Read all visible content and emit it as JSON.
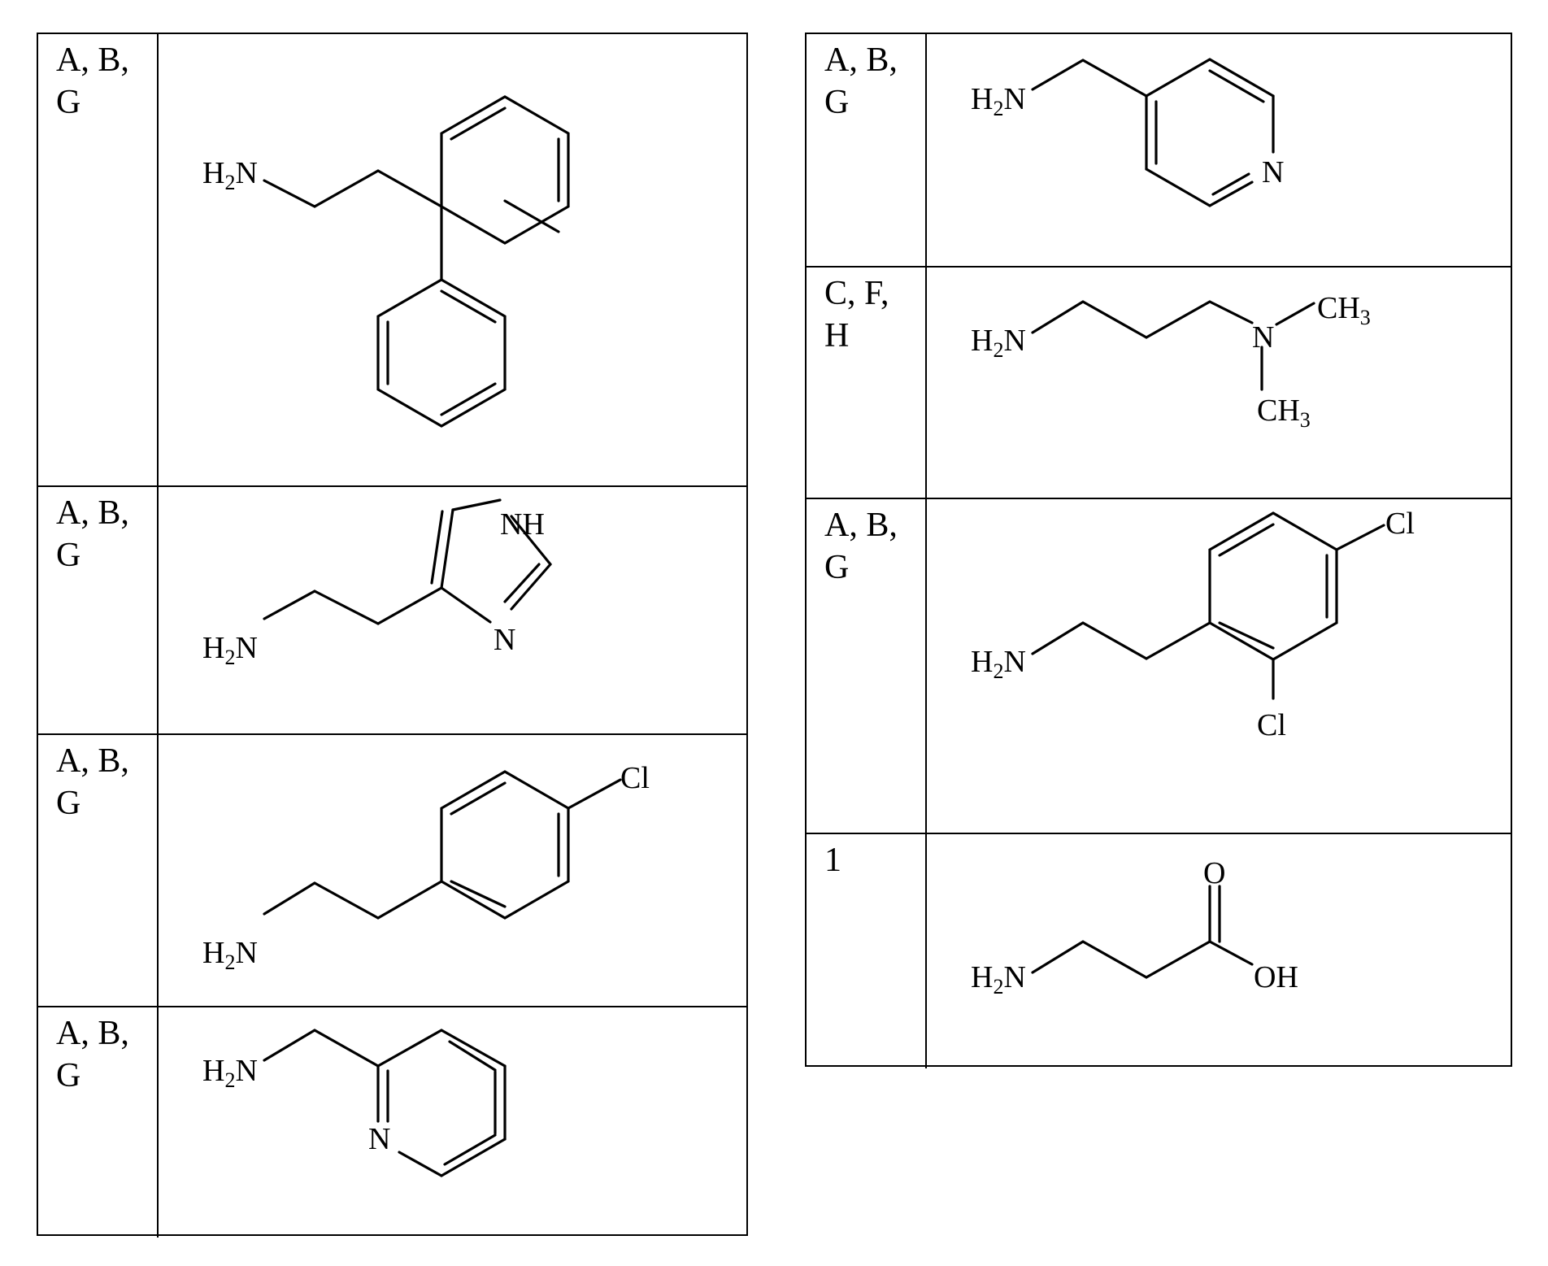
{
  "left_table": {
    "rows": [
      {
        "label": "A, B, G",
        "label_lines": [
          "A, B,",
          "G"
        ],
        "compound": "3,3-diphenylpropan-1-amine",
        "atoms": {
          "amine": "H",
          "amine_sub": "2",
          "amine_n": "N"
        }
      },
      {
        "label": "A, B, G",
        "label_lines": [
          "A, B,",
          "G"
        ],
        "compound": "histamine",
        "atoms": {
          "amine": "H",
          "amine_sub": "2",
          "amine_n": "N",
          "nh": "NH",
          "n": "N"
        }
      },
      {
        "label": "A, B, G",
        "label_lines": [
          "A, B,",
          "G"
        ],
        "compound": "2-(4-chlorophenyl)ethanamine",
        "atoms": {
          "amine": "H",
          "amine_sub": "2",
          "amine_n": "N",
          "cl": "Cl"
        }
      },
      {
        "label": "A, B, G",
        "label_lines": [
          "A, B,",
          "G"
        ],
        "compound": "2-picolylamine",
        "atoms": {
          "amine": "H",
          "amine_sub": "2",
          "amine_n": "N",
          "n": "N"
        }
      }
    ]
  },
  "right_table": {
    "rows": [
      {
        "label": "A, B, G",
        "label_lines": [
          "A, B,",
          "G"
        ],
        "compound": "4-picolylamine",
        "atoms": {
          "amine": "H",
          "amine_sub": "2",
          "amine_n": "N",
          "n": "N"
        }
      },
      {
        "label": "C, F, H",
        "label_lines": [
          "C, F,",
          "H"
        ],
        "compound": "N,N-dimethylpropane-1,3-diamine",
        "atoms": {
          "amine": "H",
          "amine_sub": "2",
          "amine_n": "N",
          "n": "N",
          "ch": "CH",
          "ch_sub": "3"
        }
      },
      {
        "label": "A, B, G",
        "label_lines": [
          "A, B,",
          "G"
        ],
        "compound": "2-(2,4-dichlorophenyl)ethanamine",
        "atoms": {
          "amine": "H",
          "amine_sub": "2",
          "amine_n": "N",
          "cl": "Cl"
        }
      },
      {
        "label": "1",
        "label_lines": [
          "1"
        ],
        "compound": "beta-alanine",
        "atoms": {
          "amine": "H",
          "amine_sub": "2",
          "amine_n": "N",
          "o": "O",
          "oh": "OH"
        }
      }
    ]
  }
}
